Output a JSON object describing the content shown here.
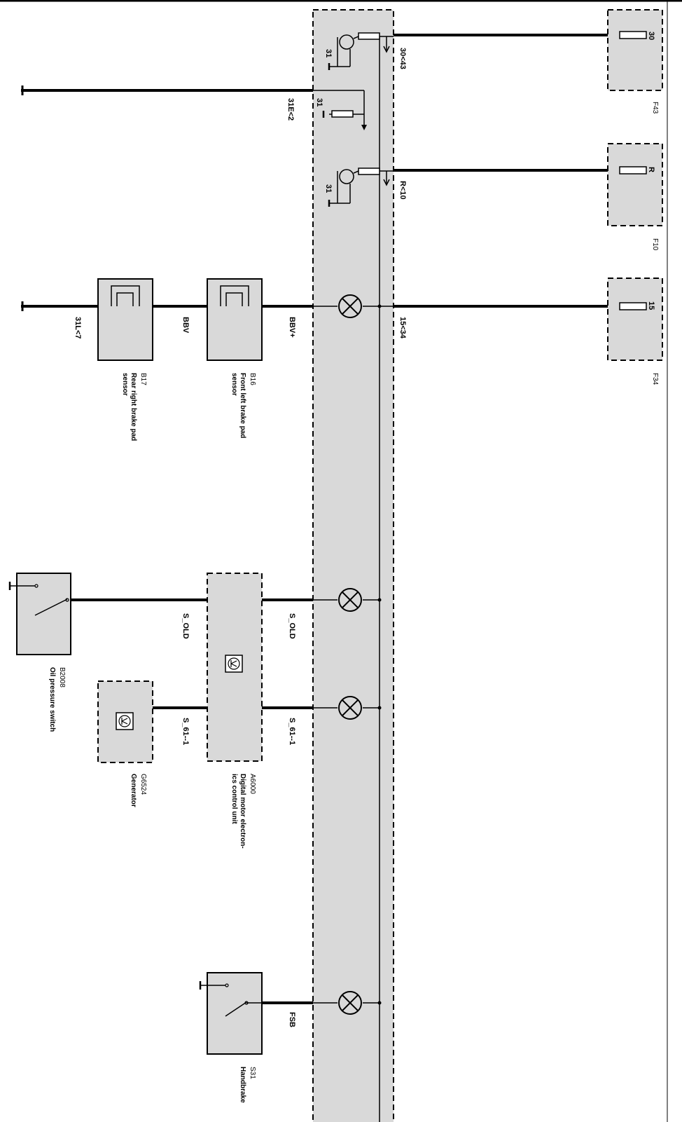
{
  "wire_labels": {
    "w30_43": "30<43",
    "w31e_2": "31E<2",
    "wr_10": "R<10",
    "w15_34": "15<34",
    "bbv_plus": "BBV+",
    "bbv": "BBV",
    "w31l_7": "31L<7",
    "s_old_in": "S_OLD",
    "s_old_out": "S_OLD",
    "s_61_in": "S_61--1",
    "s_61_out": "S_61--1",
    "fsb": "FSB"
  },
  "internal_labels": {
    "g1": "31",
    "g2": "31",
    "g3": "31"
  },
  "fuses": [
    {
      "pin": "30",
      "id": "F43"
    },
    {
      "pin": "R",
      "id": "F10"
    },
    {
      "pin": "15",
      "id": "F34"
    }
  ],
  "components": {
    "b16": {
      "id": "B16",
      "name_l1": "Front left brake pad",
      "name_l2": "sensor"
    },
    "b17": {
      "id": "B17",
      "name_l1": "Rear right brake pad",
      "name_l2": "sensor"
    },
    "b2008": {
      "id": "B2008",
      "name_l1": "Oil pressure switch"
    },
    "a6000": {
      "id": "A6000",
      "name_l1": "Digital motor electron-",
      "name_l2": "ics control unit"
    },
    "g6524": {
      "id": "G6524",
      "name_l1": "Generator"
    },
    "s31": {
      "id": "S31",
      "name_l1": "Handbrake"
    }
  },
  "colors": {
    "cluster_fill": "#d9d9d9",
    "component_fill": "#d9d9d9",
    "wire": "#000000"
  }
}
